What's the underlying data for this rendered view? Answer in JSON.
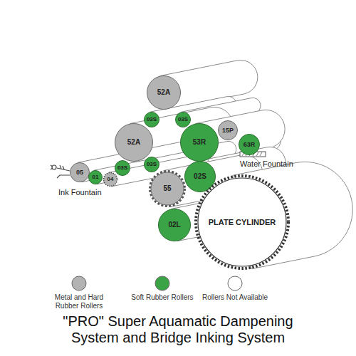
{
  "diagram": {
    "caption": "\"PRO\" Super Aquamatic Dampening System and Bridge Inking System",
    "nodes": [
      {
        "text": [
          "52A"
        ]
      },
      {
        "text": [
          "03S"
        ]
      },
      {
        "text": [
          "03S"
        ]
      },
      {
        "text": [
          "15P"
        ]
      },
      {
        "text": [
          "52A"
        ]
      },
      {
        "text": [
          "53R"
        ]
      },
      {
        "text": [
          "63R"
        ]
      },
      {
        "text": [
          "05"
        ]
      },
      {
        "text": [
          "01"
        ]
      },
      {
        "text": [
          "03S"
        ]
      },
      {
        "text": [
          "03S"
        ]
      },
      {
        "text": [
          "04"
        ]
      },
      {
        "text": [
          "55"
        ]
      },
      {
        "text": [
          "02S"
        ]
      },
      {
        "text": [
          "02L"
        ]
      },
      {
        "text": [
          "PLATE CYLINDER"
        ]
      }
    ],
    "labels": [
      "Water Fountain",
      "Ink Fountain"
    ],
    "legend": [
      {
        "text": "Metal and Hard Rubber Rollers",
        "color": "#b3b3b3"
      },
      {
        "text": "Soft Rubber Rollers",
        "color": "#3aa345"
      },
      {
        "text": "Rollers Not Available",
        "color": "#ffffff"
      }
    ]
  }
}
